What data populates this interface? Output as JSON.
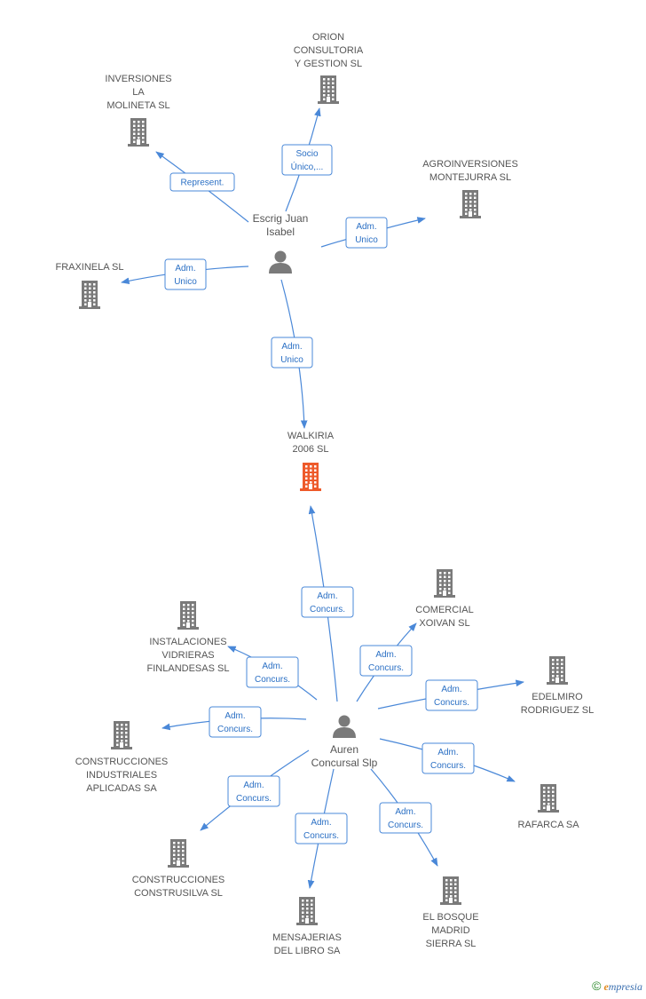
{
  "colors": {
    "edge": "#4a88d8",
    "edge_box_border": "#4a88d8",
    "edge_text": "#2a6fc4",
    "company": "#7a7a7a",
    "focus_company": "#ee5a2a",
    "person": "#7a7a7a"
  },
  "people": [
    {
      "id": "escrig",
      "label": [
        "Escrig Juan",
        "Isabel"
      ]
    },
    {
      "id": "auren",
      "label": [
        "Auren",
        "Concursal Slp"
      ]
    }
  ],
  "companies": [
    {
      "id": "walkiria",
      "label": [
        "WALKIRIA",
        "2006 SL"
      ],
      "focus": true
    },
    {
      "id": "orion",
      "label": [
        "ORION",
        "CONSULTORIA",
        "Y GESTION SL"
      ]
    },
    {
      "id": "molineta",
      "label": [
        "INVERSIONES",
        "LA",
        "MOLINETA SL"
      ]
    },
    {
      "id": "agro",
      "label": [
        "AGROINVERSIONES",
        "MONTEJURRA SL"
      ]
    },
    {
      "id": "fraxinela",
      "label": [
        "FRAXINELA SL"
      ]
    },
    {
      "id": "comercial",
      "label": [
        "COMERCIAL",
        "XOIVAN SL"
      ]
    },
    {
      "id": "instalaciones",
      "label": [
        "INSTALACIONES",
        "VIDRIERAS",
        "FINLANDESAS SL"
      ]
    },
    {
      "id": "edelmiro",
      "label": [
        "EDELMIRO",
        "RODRIGUEZ SL"
      ]
    },
    {
      "id": "construcciones_ind",
      "label": [
        "CONSTRUCCIONES",
        "INDUSTRIALES",
        "APLICADAS SA"
      ]
    },
    {
      "id": "rafarca",
      "label": [
        "RAFARCA SA"
      ]
    },
    {
      "id": "construsilva",
      "label": [
        "CONSTRUCCIONES",
        "CONSTRUSILVA SL"
      ]
    },
    {
      "id": "mensajerias",
      "label": [
        "MENSAJERIAS",
        "DEL LIBRO SA"
      ]
    },
    {
      "id": "bosque",
      "label": [
        "EL BOSQUE",
        "MADRID",
        "SIERRA SL"
      ]
    }
  ],
  "edges": [
    {
      "from": "escrig",
      "to": "molineta",
      "label": [
        "Represent."
      ]
    },
    {
      "from": "escrig",
      "to": "orion",
      "label": [
        "Socio",
        "Único,..."
      ]
    },
    {
      "from": "escrig",
      "to": "agro",
      "label": [
        "Adm.",
        "Unico"
      ]
    },
    {
      "from": "escrig",
      "to": "fraxinela",
      "label": [
        "Adm.",
        "Unico"
      ]
    },
    {
      "from": "escrig",
      "to": "walkiria",
      "label": [
        "Adm.",
        "Unico"
      ]
    },
    {
      "from": "auren",
      "to": "walkiria",
      "label": [
        "Adm.",
        "Concurs."
      ]
    },
    {
      "from": "auren",
      "to": "comercial",
      "label": [
        "Adm.",
        "Concurs."
      ]
    },
    {
      "from": "auren",
      "to": "instalaciones",
      "label": [
        "Adm.",
        "Concurs."
      ]
    },
    {
      "from": "auren",
      "to": "edelmiro",
      "label": [
        "Adm.",
        "Concurs."
      ]
    },
    {
      "from": "auren",
      "to": "construcciones_ind",
      "label": [
        "Adm.",
        "Concurs."
      ]
    },
    {
      "from": "auren",
      "to": "rafarca",
      "label": [
        "Adm.",
        "Concurs."
      ]
    },
    {
      "from": "auren",
      "to": "construsilva",
      "label": [
        "Adm.",
        "Concurs."
      ]
    },
    {
      "from": "auren",
      "to": "mensajerias",
      "label": [
        "Adm.",
        "Concurs."
      ]
    },
    {
      "from": "auren",
      "to": "bosque",
      "label": [
        "Adm.",
        "Concurs."
      ]
    }
  ],
  "footer": {
    "copyright": "©",
    "brand_initial": "e",
    "brand_rest": "mpresia"
  }
}
